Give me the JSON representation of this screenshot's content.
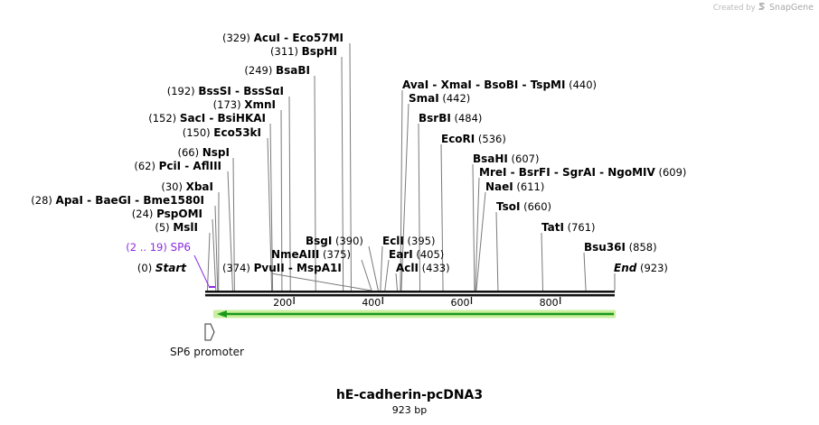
{
  "credit": {
    "prefix": "Created by",
    "brand": "SnapGene"
  },
  "map": {
    "title": "hE-cadherin-pcDNA3",
    "length_label": "923 bp",
    "length": 923,
    "ticks": [
      {
        "pos": 200,
        "label": "200"
      },
      {
        "pos": 400,
        "label": "400"
      },
      {
        "pos": 600,
        "label": "600"
      },
      {
        "pos": 800,
        "label": "800"
      }
    ],
    "feature": {
      "name": "SP6",
      "range": "(2 .. 19)",
      "start": 2,
      "end": 19,
      "color": "#8a2be2"
    },
    "promoter": {
      "label": "SP6 promoter",
      "start": 2,
      "end": 19
    },
    "orf": {
      "start": 10,
      "end": 923,
      "direction": "reverse",
      "color": "#1a9a1a",
      "glow": "#c9ef9f"
    },
    "sites": [
      {
        "id": "start",
        "pos": 0,
        "num": "(0)",
        "names": [
          "Start"
        ],
        "italic": true
      },
      {
        "id": "msli",
        "pos": 5,
        "num": "(5)",
        "names": [
          "MslI"
        ]
      },
      {
        "id": "pspomi",
        "pos": 24,
        "num": "(24)",
        "names": [
          "PspOMI"
        ]
      },
      {
        "id": "apai",
        "pos": 28,
        "num": "(28)",
        "names": [
          "ApaI",
          "BaeGI",
          "Bme1580I"
        ]
      },
      {
        "id": "xbai",
        "pos": 30,
        "num": "(30)",
        "names": [
          "XbaI"
        ]
      },
      {
        "id": "pcii",
        "pos": 62,
        "num": "(62)",
        "names": [
          "PciI",
          "AflIII"
        ]
      },
      {
        "id": "nspi",
        "pos": 66,
        "num": "(66)",
        "names": [
          "NspI"
        ]
      },
      {
        "id": "eco53ki",
        "pos": 150,
        "num": "(150)",
        "names": [
          "Eco53kI"
        ]
      },
      {
        "id": "saci",
        "pos": 152,
        "num": "(152)",
        "names": [
          "SacI",
          "BsiHKAI"
        ]
      },
      {
        "id": "xmni",
        "pos": 173,
        "num": "(173)",
        "names": [
          "XmnI"
        ]
      },
      {
        "id": "bsssi",
        "pos": 192,
        "num": "(192)",
        "names": [
          "BssSI",
          "BssSαI"
        ]
      },
      {
        "id": "bsabi",
        "pos": 249,
        "num": "(249)",
        "names": [
          "BsaBI"
        ]
      },
      {
        "id": "bsphi",
        "pos": 311,
        "num": "(311)",
        "names": [
          "BspHI"
        ]
      },
      {
        "id": "acui",
        "pos": 329,
        "num": "(329)",
        "names": [
          "AcuI",
          "Eco57MI"
        ]
      },
      {
        "id": "pvuii",
        "pos": 374,
        "num": "(374)",
        "names": [
          "PvuII",
          "MspA1I"
        ]
      },
      {
        "id": "nmeaiii",
        "pos": 375,
        "num": "(375)",
        "names": [
          "NmeAIII"
        ]
      },
      {
        "id": "bsgi",
        "pos": 390,
        "num": "(390)",
        "names": [
          "BsgI"
        ]
      },
      {
        "id": "ecli",
        "pos": 395,
        "num": "(395)",
        "names": [
          "EclI"
        ]
      },
      {
        "id": "eari",
        "pos": 405,
        "num": "(405)",
        "names": [
          "EarI"
        ]
      },
      {
        "id": "acli",
        "pos": 433,
        "num": "(433)",
        "names": [
          "AclI"
        ]
      },
      {
        "id": "avai",
        "pos": 440,
        "num": "(440)",
        "names": [
          "AvaI",
          "XmaI",
          "BsoBI",
          "TspMI"
        ]
      },
      {
        "id": "smai",
        "pos": 442,
        "num": "(442)",
        "names": [
          "SmaI"
        ]
      },
      {
        "id": "bsrbi",
        "pos": 484,
        "num": "(484)",
        "names": [
          "BsrBI"
        ]
      },
      {
        "id": "ecori",
        "pos": 536,
        "num": "(536)",
        "names": [
          "EcoRI"
        ]
      },
      {
        "id": "bsahi",
        "pos": 607,
        "num": "(607)",
        "names": [
          "BsaHI"
        ]
      },
      {
        "id": "mrei",
        "pos": 609,
        "num": "(609)",
        "names": [
          "MreI",
          "BsrFI",
          "SgrAI",
          "NgoMIV"
        ]
      },
      {
        "id": "naei",
        "pos": 611,
        "num": "(611)",
        "names": [
          "NaeI"
        ]
      },
      {
        "id": "tsoi",
        "pos": 660,
        "num": "(660)",
        "names": [
          "TsoI"
        ]
      },
      {
        "id": "tati",
        "pos": 761,
        "num": "(761)",
        "names": [
          "TatI"
        ]
      },
      {
        "id": "bsu36i",
        "pos": 858,
        "num": "(858)",
        "names": [
          "Bsu36I"
        ]
      },
      {
        "id": "end",
        "pos": 923,
        "num": "(923)",
        "names": [
          "End"
        ],
        "italic": true
      }
    ]
  }
}
